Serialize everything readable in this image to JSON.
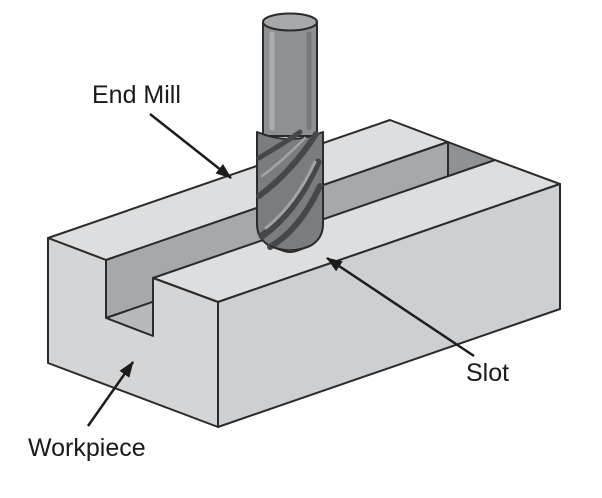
{
  "diagram": {
    "labels": {
      "end_mill": "End Mill",
      "slot": "Slot",
      "workpiece": "Workpiece"
    },
    "colors": {
      "background": "#ffffff",
      "outline": "#2b2b2b",
      "arrow": "#1c1c1c",
      "label_text": "#1a1a1a",
      "workpiece_top": "#dcdee0",
      "workpiece_left": "#d3d5d7",
      "workpiece_front": "#cdd0d2",
      "slot_wall": "#a6a9ac",
      "slot_floor": "#b7babc",
      "slot_end": "#8f9295",
      "mill_shank": "#8e9194",
      "mill_top": "#a6a9ac",
      "mill_flutes": "#7a7d80"
    }
  }
}
